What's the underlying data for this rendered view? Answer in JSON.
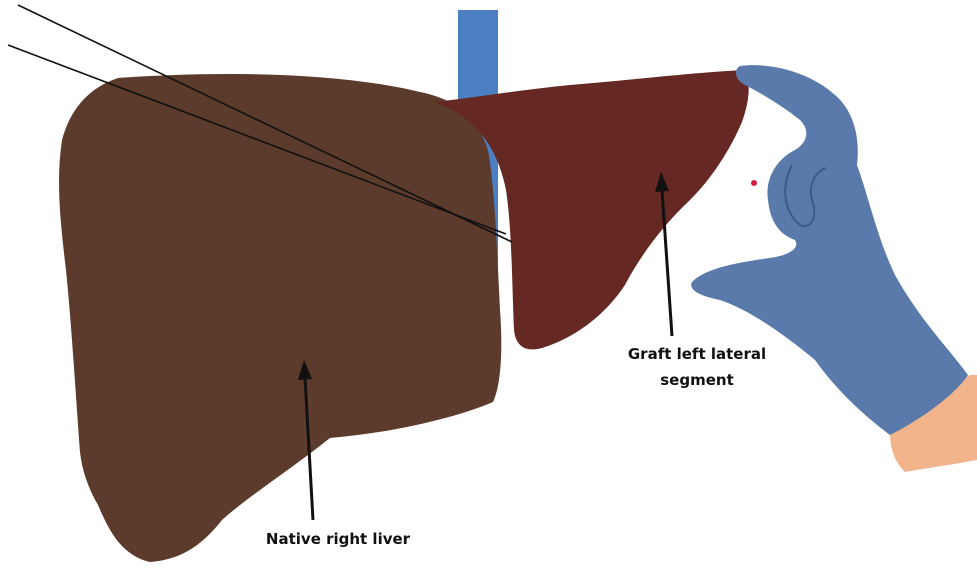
{
  "labels": {
    "native": "Native right liver",
    "graft_line1": "Graft left lateral",
    "graft_line2": "segment"
  },
  "colors": {
    "native_liver": "#5c3a2c",
    "graft": "#652823",
    "vessel": "#4a7fc1",
    "glove": "#5a7aab",
    "skin": "#f2b48a",
    "arrow": "#111111"
  }
}
